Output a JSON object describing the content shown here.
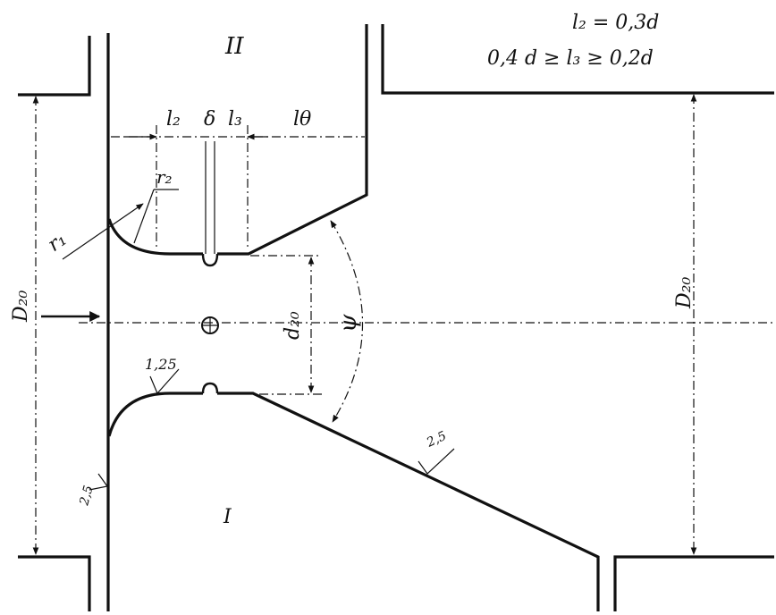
{
  "formulas": {
    "l2": "l₂ = 0,3d",
    "l3": "0,4 d ≥ l₃ ≥ 0,2d"
  },
  "zones": {
    "upstream": "I",
    "downstream": "II"
  },
  "dimensions": {
    "l2": "l₂",
    "delta": "δ",
    "l3": "l₃",
    "l_theta": "lθ",
    "r2": "r₂",
    "r1": "r₁",
    "d20": "d₂₀",
    "psi": "ψ",
    "D20_left": "D₂₀",
    "D20_right": "D₂₀"
  },
  "roughness": {
    "throat": "1,25",
    "inlet": "2,5",
    "cone": "2,5"
  }
}
